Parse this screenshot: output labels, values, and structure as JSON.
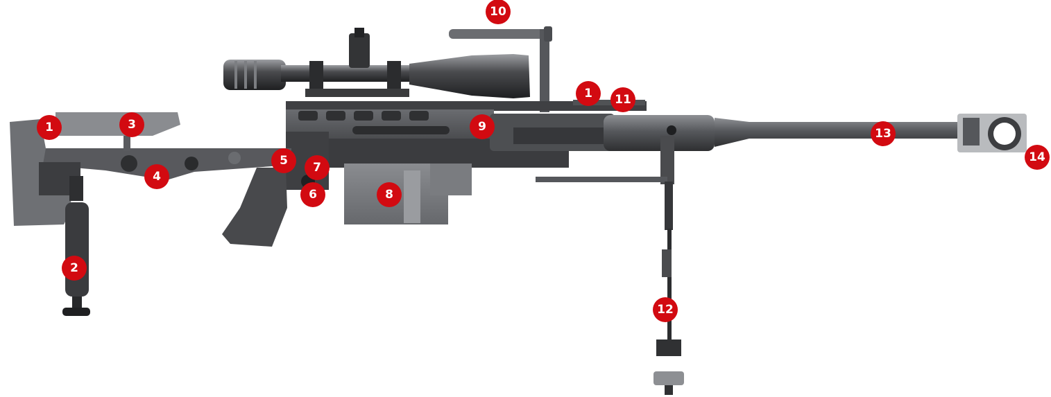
{
  "colors": {
    "marker_fill": "#d20a11",
    "marker_text": "#ffffff",
    "metal_dark": "#3a3b3d",
    "metal_mid": "#5e6064",
    "metal_light": "#8f9195",
    "background": "#ffffff"
  },
  "markers": [
    {
      "key": "stock-butt",
      "label": "1"
    },
    {
      "key": "monopod",
      "label": "2"
    },
    {
      "key": "cheek-rest",
      "label": "3"
    },
    {
      "key": "stock-frame",
      "label": "4"
    },
    {
      "key": "bolt-rear",
      "label": "5"
    },
    {
      "key": "trigger",
      "label": "6"
    },
    {
      "key": "safety",
      "label": "7"
    },
    {
      "key": "magazine",
      "label": "8"
    },
    {
      "key": "receiver",
      "label": "9"
    },
    {
      "key": "carry-handle",
      "label": "10"
    },
    {
      "key": "top-rail",
      "label": "1"
    },
    {
      "key": "rail-front",
      "label": "11"
    },
    {
      "key": "bipod",
      "label": "12"
    },
    {
      "key": "barrel",
      "label": "13"
    },
    {
      "key": "muzzle-brake",
      "label": "14"
    }
  ]
}
